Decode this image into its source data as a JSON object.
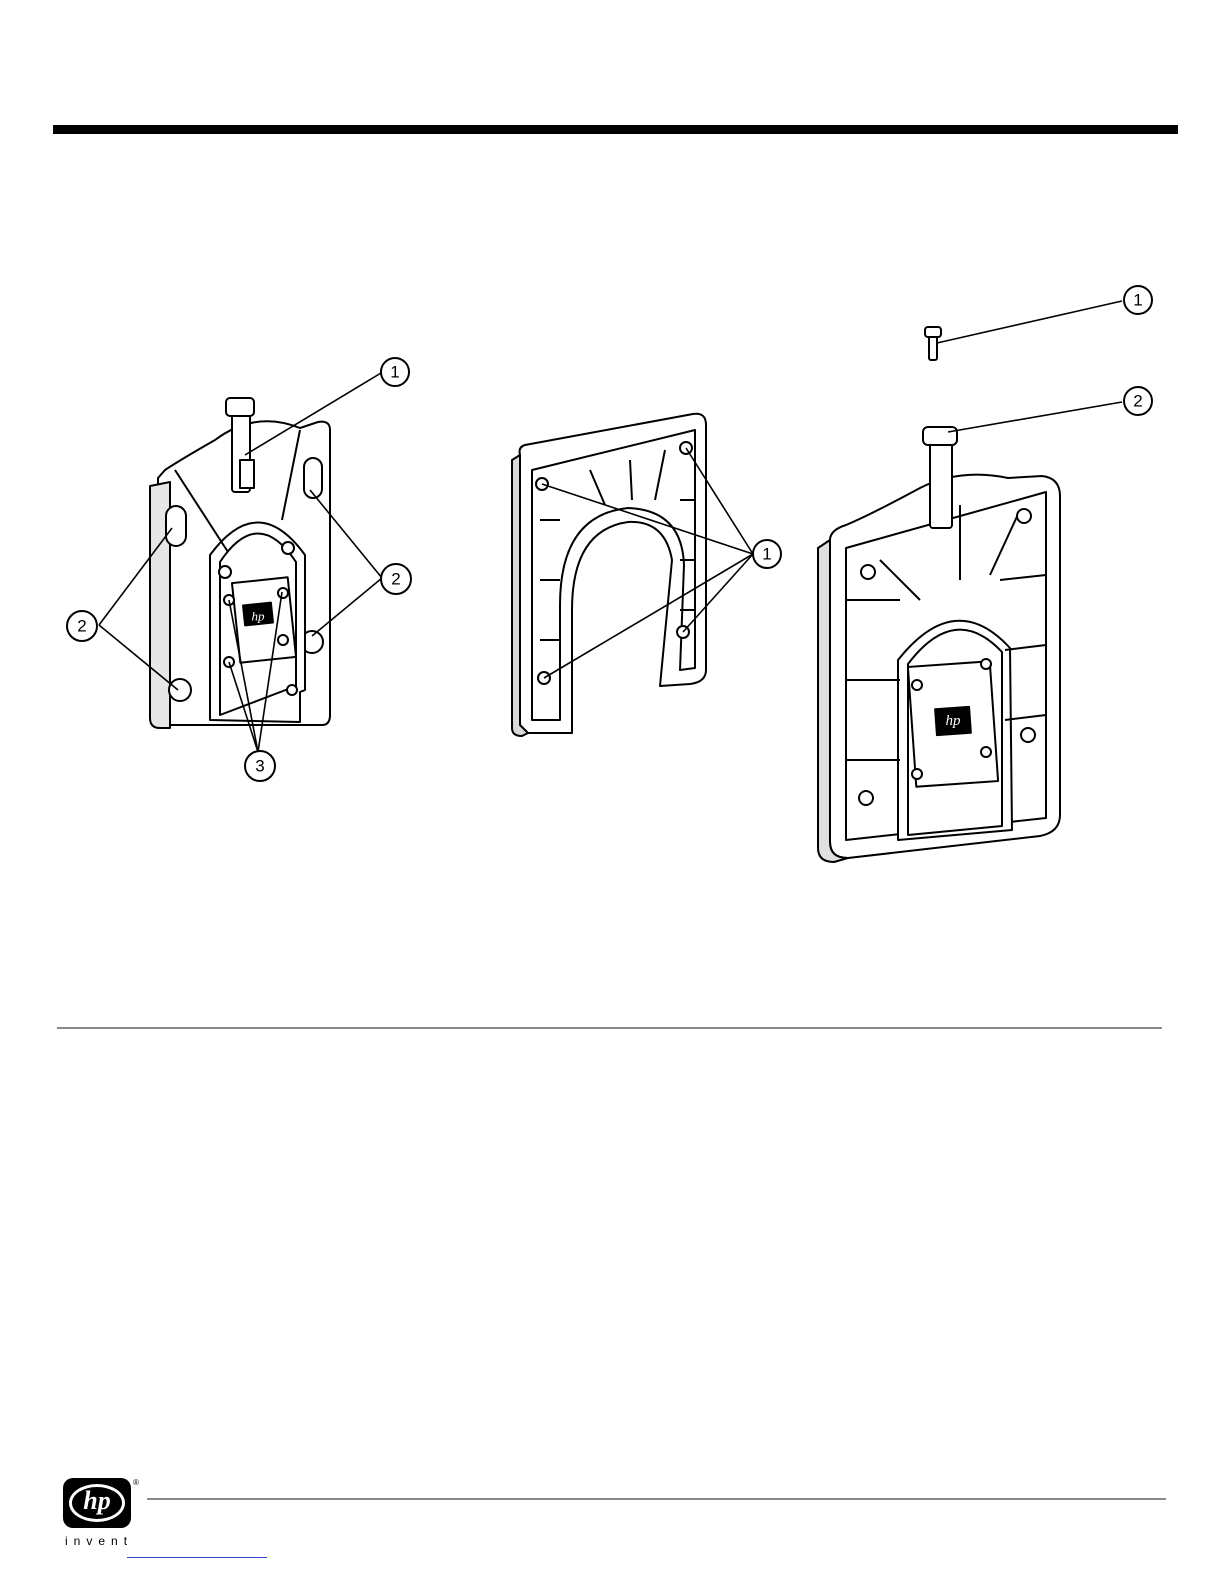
{
  "figure": {
    "callouts_left": {
      "a": "1",
      "b": "2",
      "c": "2",
      "d": "3"
    },
    "callouts_middle": {
      "a": "1"
    },
    "callouts_right": {
      "a": "1",
      "b": "2"
    },
    "badge_text": "hp"
  },
  "footer": {
    "logo_text": "hp",
    "registered_mark": "®",
    "tagline": "invent"
  },
  "colors": {
    "rule_dark": "#000000",
    "rule_gray": "#8a8a8a",
    "link_blue": "#2f45c8"
  }
}
